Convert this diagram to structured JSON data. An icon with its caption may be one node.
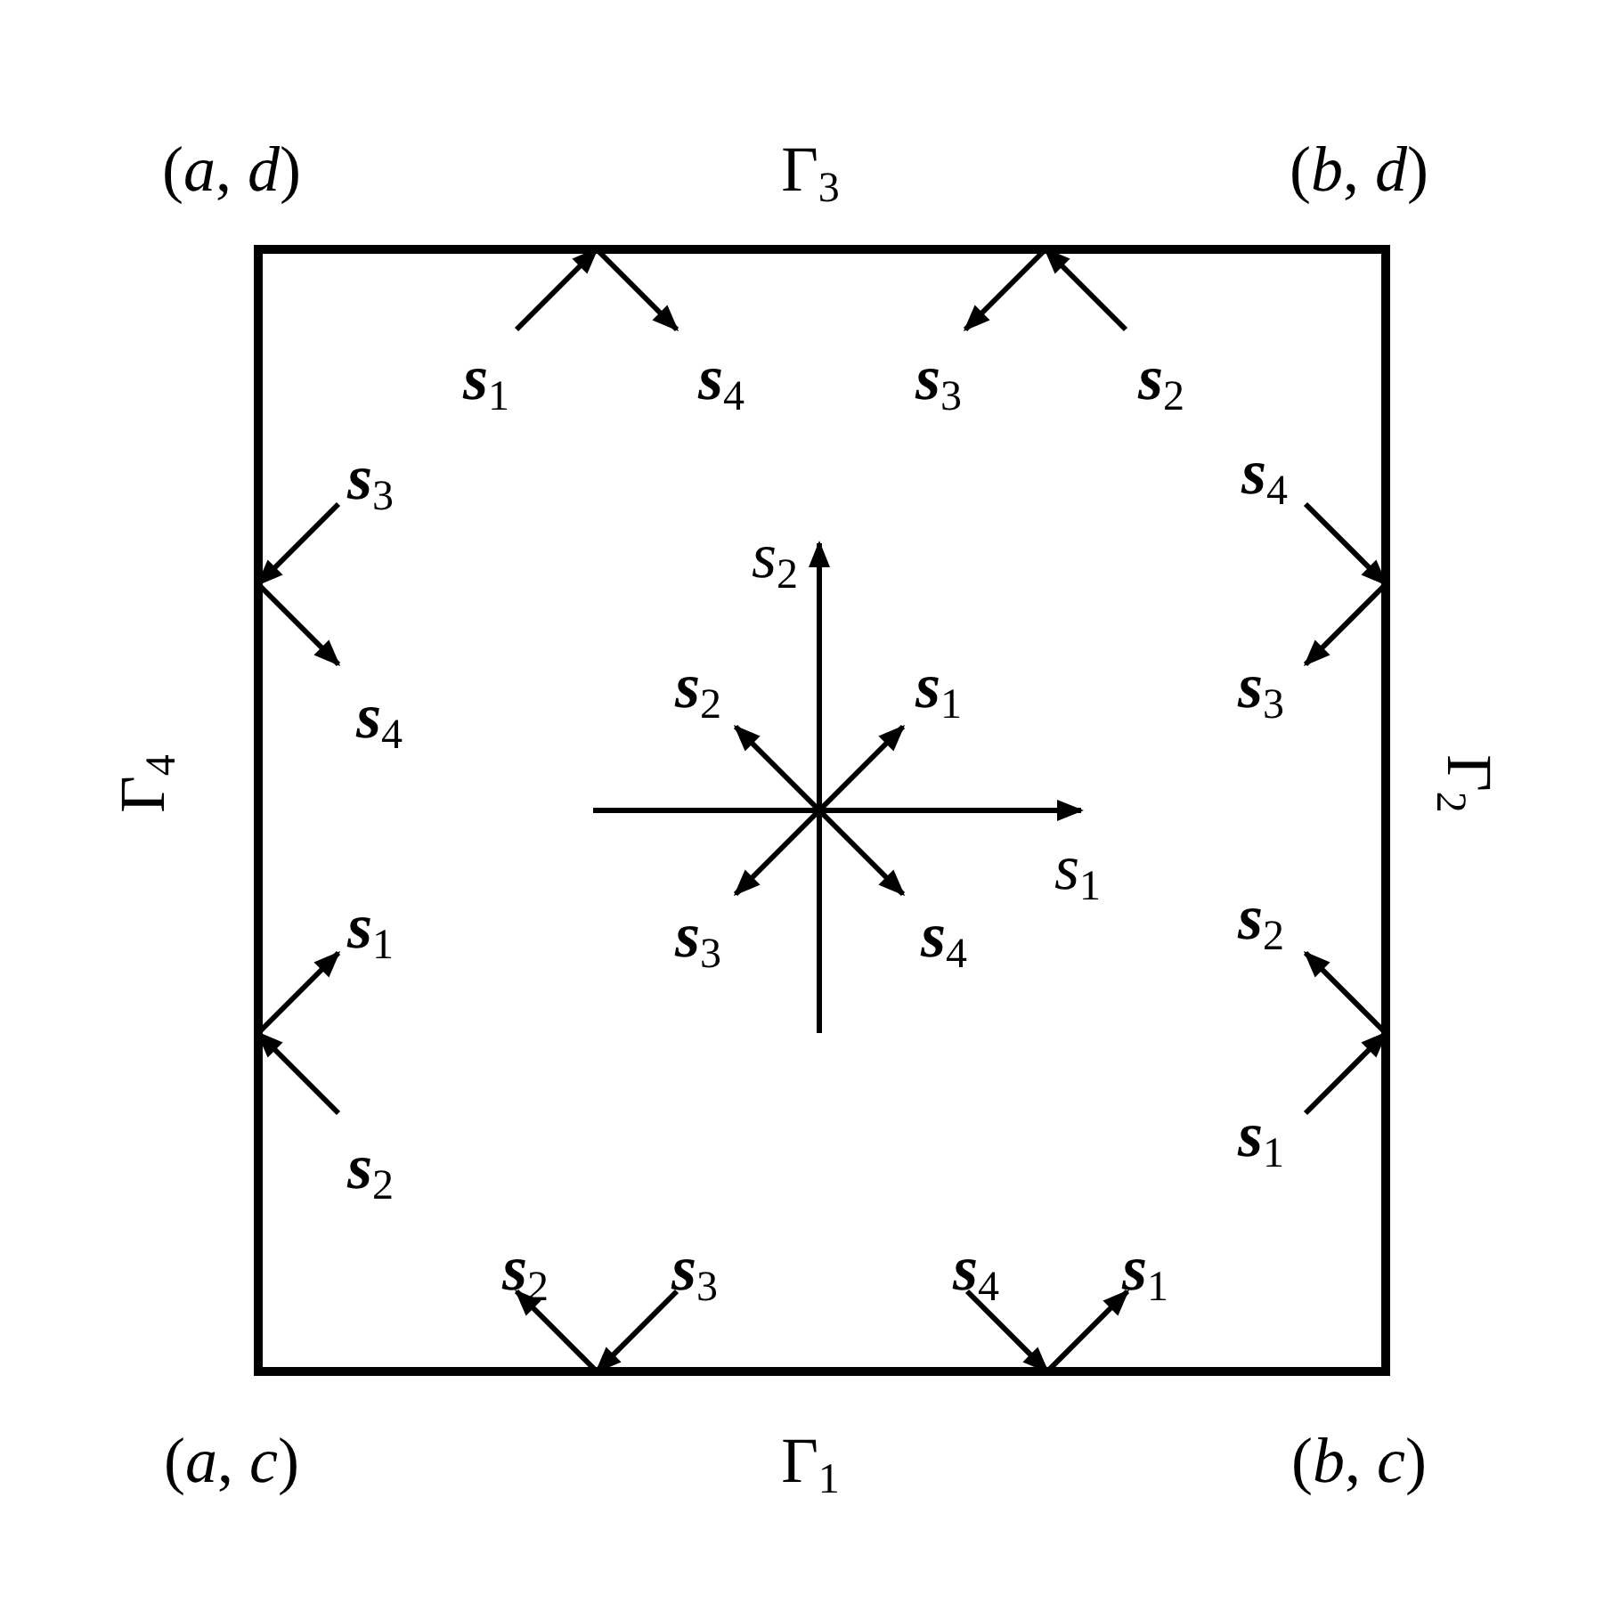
{
  "diagram": {
    "labels": [
      "(*a*, *d*)",
      "Γ$_{3}$",
      "(*b*, *d*)",
      "**s**$_{1}$",
      "**s**$_{4}$",
      "**s**$_{3}$",
      "**s**$_{2}$",
      "**s**$_{3}$",
      "**s**$_{4}$",
      "*s*$_{2}$",
      "**s**$_{4}$",
      "**s**$_{2}$",
      "**s**$_{1}$",
      "**s**$_{3}$",
      "Γ$_{4}$",
      "Γ$_{2}$",
      "*s*$_{1}$",
      "**s**$_{1}$",
      "**s**$_{3}$",
      "**s**$_{4}$",
      "**s**$_{2}$",
      "**s**$_{2}$",
      "**s**$_{1}$",
      "**s**$_{2}$",
      "**s**$_{3}$",
      "**s**$_{4}$",
      "**s**$_{1}$",
      "(*a*, *c*)",
      "Γ$_{1}$",
      "(*b*, *c*)"
    ]
  }
}
